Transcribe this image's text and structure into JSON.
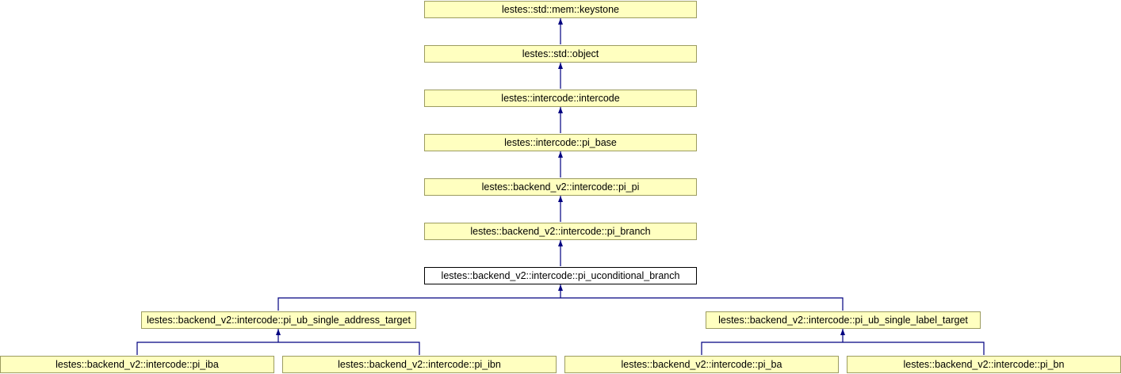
{
  "diagram": {
    "nodes": {
      "keystone": "lestes::std::mem::keystone",
      "object": "lestes::std::object",
      "intercode": "lestes::intercode::intercode",
      "pi_base": "lestes::intercode::pi_base",
      "pi_pi": "lestes::backend_v2::intercode::pi_pi",
      "pi_branch": "lestes::backend_v2::intercode::pi_branch",
      "pi_uconditional_branch": "lestes::backend_v2::intercode::pi_uconditional_branch",
      "pi_ub_single_address_target": "lestes::backend_v2::intercode::pi_ub_single_address_target",
      "pi_ub_single_label_target": "lestes::backend_v2::intercode::pi_ub_single_label_target",
      "pi_iba": "lestes::backend_v2::intercode::pi_iba",
      "pi_ibn": "lestes::backend_v2::intercode::pi_ibn",
      "pi_ba": "lestes::backend_v2::intercode::pi_ba",
      "pi_bn": "lestes::backend_v2::intercode::pi_bn"
    },
    "colors": {
      "node_fill": "#ffffc0",
      "node_border": "#9c9c60",
      "edge": "#000080",
      "current_border": "#000000"
    }
  }
}
